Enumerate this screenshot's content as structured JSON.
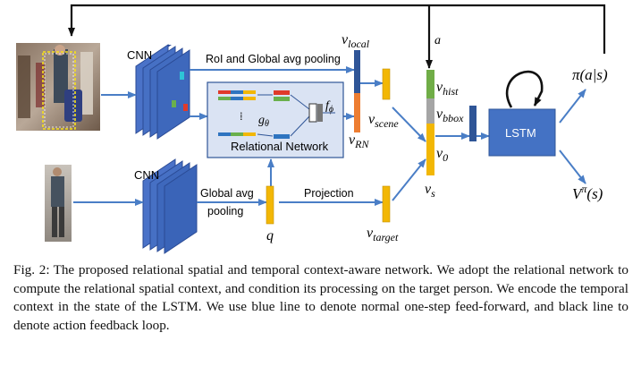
{
  "figure": {
    "cnn_top_label": "CNN",
    "cnn_bottom_label": "CNN",
    "roi_pool_label": "RoI and Global avg pooling",
    "global_pool_label_1": "Global avg",
    "global_pool_label_2": "pooling",
    "projection_label": "Projection",
    "relational_network_label": "Relational Network",
    "g_theta": {
      "base": "g",
      "sub": "θ"
    },
    "f_phi": {
      "base": "f",
      "sub": "ϕ"
    },
    "ellipsis": "⁞",
    "v_local": {
      "base": "v",
      "sub": "local"
    },
    "v_scene": {
      "base": "v",
      "sub": "scene"
    },
    "v_rn": {
      "base": "v",
      "sub": "RN"
    },
    "v_hist": {
      "base": "v",
      "sub": "hist"
    },
    "v_bbox": {
      "base": "v",
      "sub": "bbox"
    },
    "v_0": {
      "base": "v",
      "sub": "0"
    },
    "v_s": {
      "base": "v",
      "sub": "s"
    },
    "v_target": {
      "base": "v",
      "sub": "target"
    },
    "q": "q",
    "a": "a",
    "lstm_label": "LSTM",
    "policy_label": "π(a|s)",
    "value_label": {
      "base": "V",
      "sup": "π",
      "rest": "(s)"
    },
    "colors": {
      "blue_line": "#4a7ec6",
      "lstm_fill": "#4472c4",
      "rn_panel": "#dae3f3",
      "vector_yellow": "#f2b705",
      "vector_orange": "#ed7d31",
      "vector_green": "#70ad47",
      "vector_gray": "#a5a5a5",
      "bbox_blue": "#2f5597",
      "cnn_blue": "#3a62b8"
    }
  },
  "caption": {
    "label": "Fig. 2:",
    "text": "The proposed relational spatial and temporal context-aware network. We adopt the relational network to compute the relational spatial context, and condition its processing on the target person. We encode the temporal context in the state of the LSTM. We use blue line to denote normal one-step feed-forward, and black line to denote action feedback loop."
  }
}
